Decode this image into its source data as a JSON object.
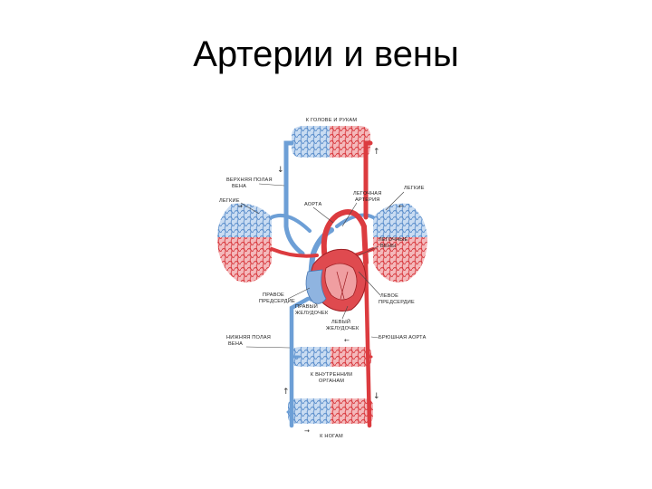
{
  "slide": {
    "title": "Артерии и вены"
  },
  "labels": {
    "head_arms": "К ГОЛОВЕ И РУКАМ",
    "svc": [
      "ВЕРХНЯЯ ПОЛАЯ",
      "ВЕНА"
    ],
    "lungs_left": "ЛЕГКИЕ",
    "lungs_right": "ЛЕГКИЕ",
    "aorta": "АОРТА",
    "pulm_artery": [
      "ЛЕГОЧНАЯ",
      "АРТЕРИЯ"
    ],
    "pulm_veins": [
      "ЛЕГОЧНЫЕ",
      "ВЕНЫ"
    ],
    "right_atrium": [
      "ПРАВОЕ",
      "ПРЕДСЕРДИЕ"
    ],
    "right_ventricle": [
      "ПРАВЫЙ",
      "ЖЕЛУДОЧЕК"
    ],
    "left_ventricle": [
      "ЛЕВЫЙ",
      "ЖЕЛУДОЧЕК"
    ],
    "left_atrium": [
      "ЛЕВОЕ",
      "ПРЕДСЕРДИЕ"
    ],
    "ivc": [
      "НИЖНЯЯ ПОЛАЯ",
      "ВЕНА"
    ],
    "abd_aorta": "БРЮШНАЯ АОРТА",
    "internal_organs": [
      "К ВНУТРЕННИМ",
      "ОРГАНАМ"
    ],
    "legs": "К НОГАМ"
  },
  "colors": {
    "artery": "#dc3b3f",
    "vein": "#6d9fd6",
    "artery_light": "#f0a2a5",
    "vein_light": "#b7d0ee"
  }
}
